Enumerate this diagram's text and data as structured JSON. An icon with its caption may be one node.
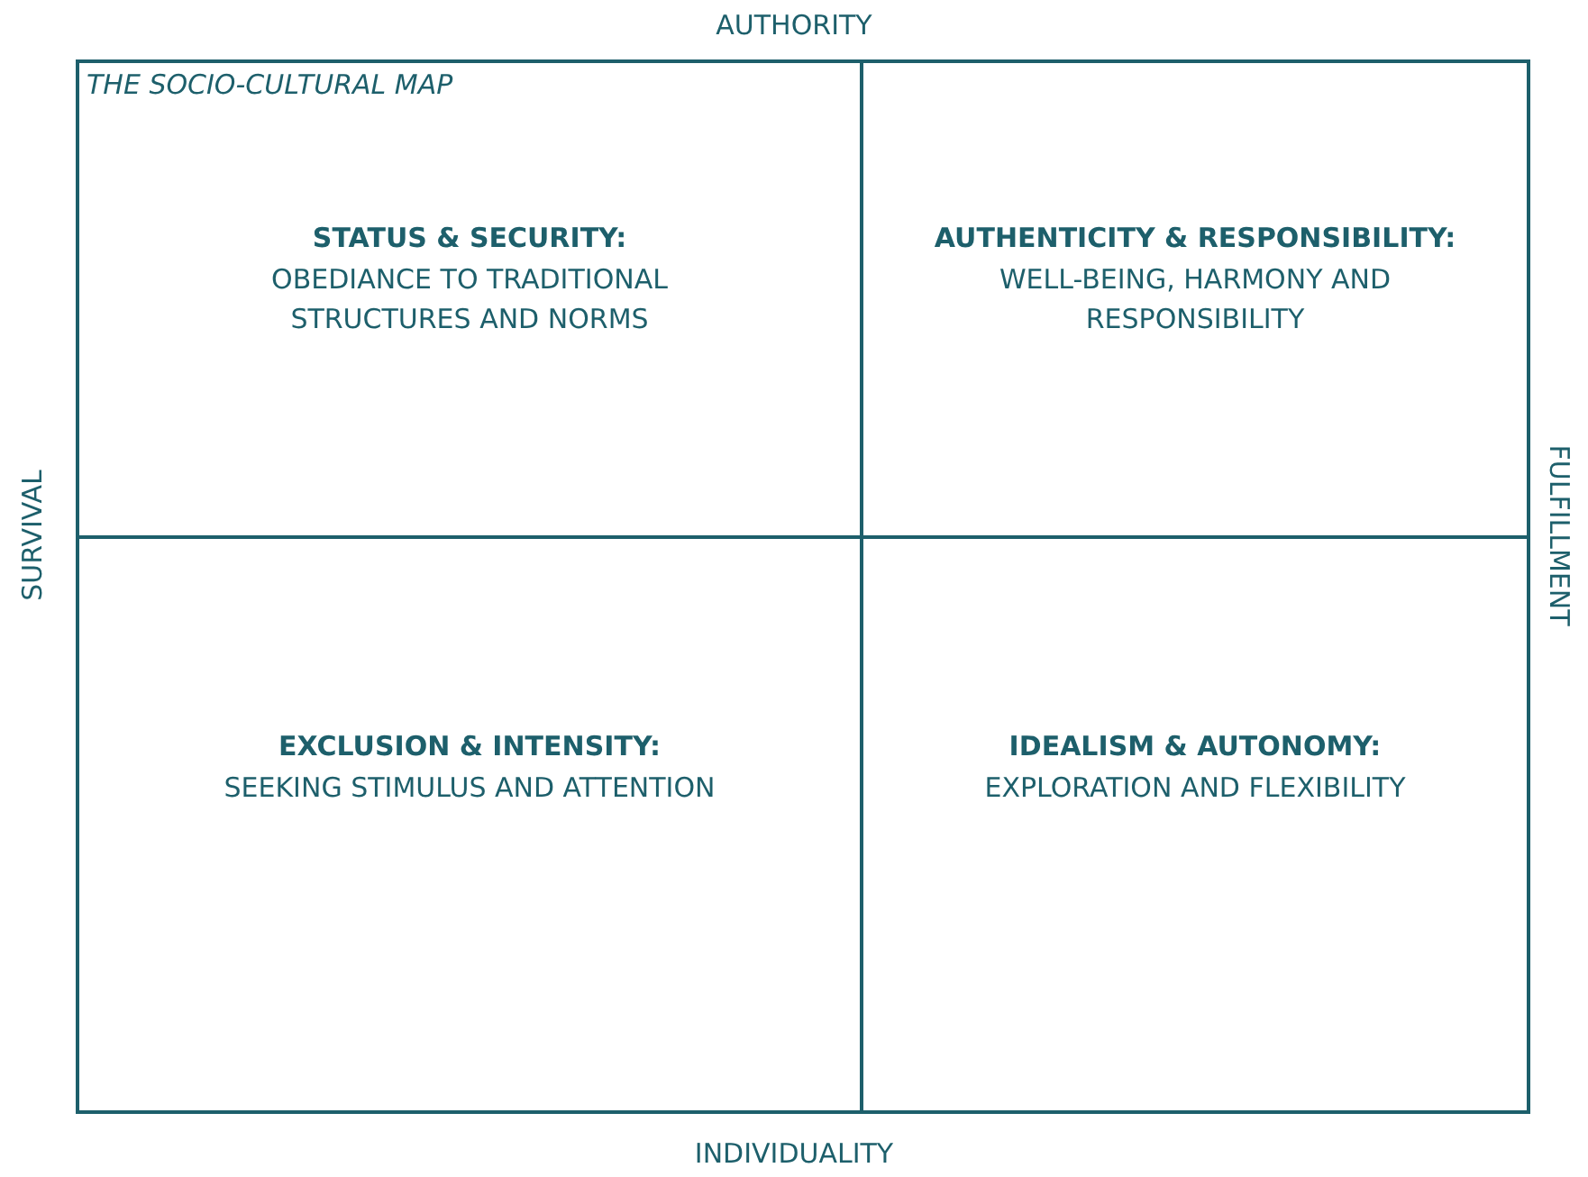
{
  "diagram": {
    "title": "THE SOCIO-CULTURAL MAP",
    "nodes": [
      {
        "text": [
          "STATUS & SECURITY:",
          "OBEDIANCE TO TRADITIONAL STRUCTURES AND NORMS"
        ]
      },
      {
        "text": [
          "AUTHENTICITY & RESPONSIBILITY:",
          "WELL-BEING, HARMONY AND RESPONSIBILITY"
        ]
      },
      {
        "text": [
          "EXCLUSION & INTENSITY:",
          "SEEKING STIMULUS AND ATTENTION"
        ]
      },
      {
        "text": [
          "IDEALISM & AUTONOMY:",
          "EXPLORATION AND FLEXIBILITY"
        ]
      }
    ],
    "labels": [
      "AUTHORITY",
      "SURVIVAL",
      "FULFILLMENT",
      "INDIVIDUALITY"
    ]
  }
}
